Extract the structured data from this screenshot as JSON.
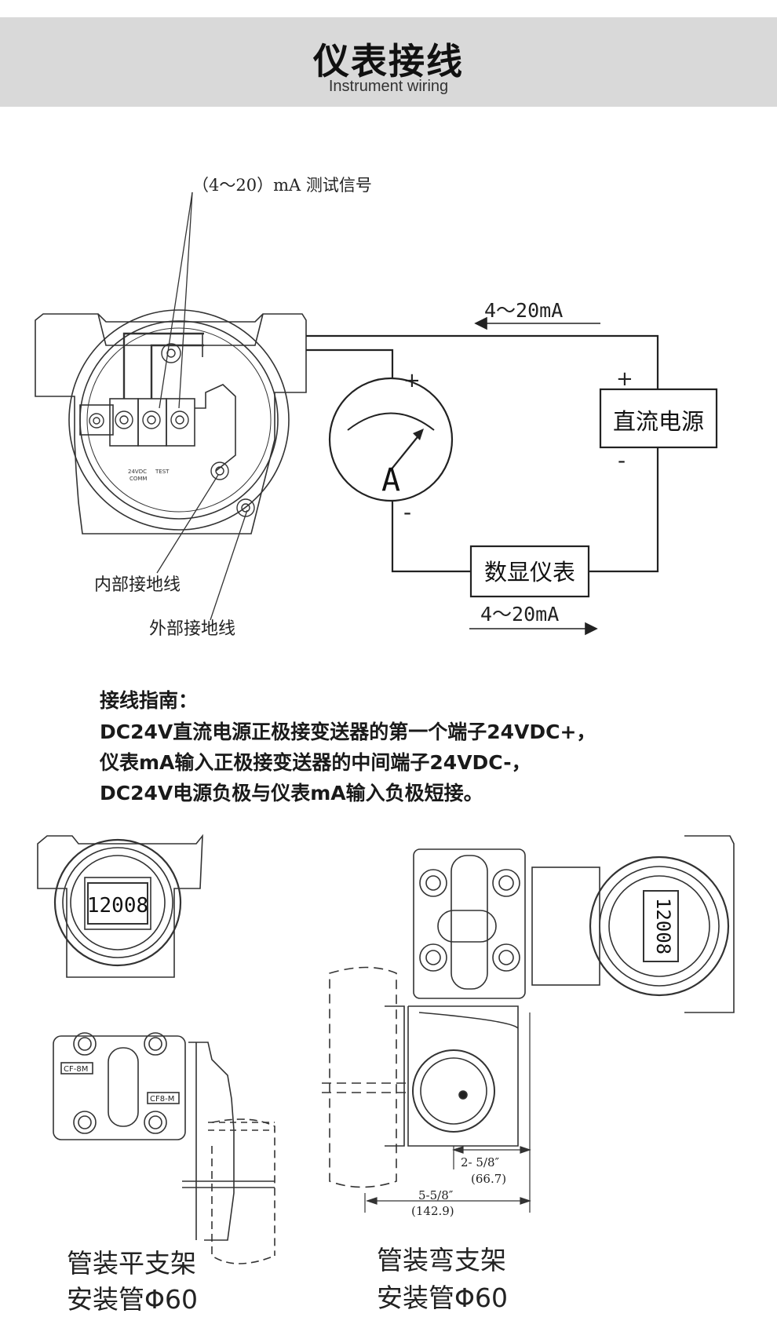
{
  "header": {
    "title": "仪表接线",
    "subtitle": "Instrument wiring"
  },
  "wiring_diagram": {
    "test_signal_label": "（4～20）mA 测试信号",
    "internal_ground_label": "内部接地线",
    "external_ground_label": "外部接地线",
    "current_top_label": "4～20mA",
    "current_bottom_label": "4～20mA",
    "ammeter_label": "A",
    "ammeter_plus": "+",
    "ammeter_minus": "-",
    "power_supply_label": "直流电源",
    "power_plus": "+",
    "power_minus": "-",
    "display_meter_label": "数显仪表",
    "terminal_text_1": "24VDC",
    "terminal_text_2": "COMM",
    "terminal_text_3": "TEST"
  },
  "guide": {
    "heading": "接线指南：",
    "line1": "DC24V直流电源正极接变送器的第一个端子24VDC+，",
    "line2": "仪表mA输入正极接变送器的中间端子24VDC-，",
    "line3": "DC24V电源负极与仪表mA输入负极短接。"
  },
  "mounting": {
    "left_display": "12008",
    "left_tag_1": "CF-8M",
    "left_tag_2": "CF8-M",
    "left_caption_1": "管装平支架",
    "left_caption_2": "安装管Φ60",
    "right_display": "12008",
    "dim1_inch": "2- 5/8″",
    "dim1_mm": "(66.7)",
    "dim2_inch": "5-5/8″",
    "dim2_mm": "(142.9)",
    "right_caption_1": "管装弯支架",
    "right_caption_2": "安装管Φ60"
  }
}
